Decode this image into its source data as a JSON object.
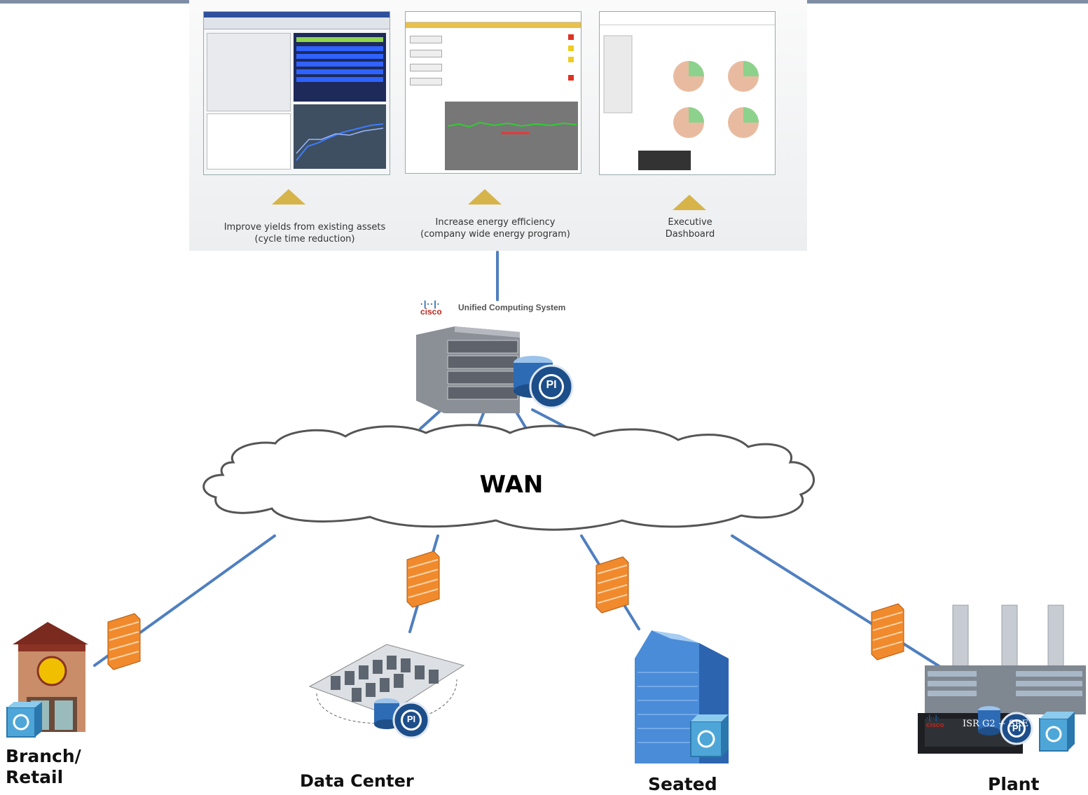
{
  "screenshots": [
    {
      "caption_line1": "Improve yields from existing assets",
      "caption_line2": "(cycle time reduction)"
    },
    {
      "caption_line1": "Increase energy efficiency",
      "caption_line2": "(company wide energy program)"
    },
    {
      "caption_line1": "Executive",
      "caption_line2": "Dashboard"
    }
  ],
  "ucs": {
    "brand": "cisco",
    "title": "Unified Computing System",
    "badge": "PI"
  },
  "cloud": {
    "label": "WAN"
  },
  "sites": [
    {
      "label_line1": "Branch/",
      "label_line2": "Retail"
    },
    {
      "label_line1": "Data Center",
      "label_line2": "",
      "badge": "PI"
    },
    {
      "label_line1": "Seated",
      "label_line2": ""
    },
    {
      "label_line1": "Plant",
      "label_line2": "",
      "device_label": "ISR G2 + SRE",
      "brand": "cisco",
      "badge": "PI"
    }
  ],
  "colors": {
    "link": "#4f7fc0",
    "firewall": "#f08a2c",
    "cloud_stroke": "#555555",
    "accent_triangle": "#d6b44a"
  }
}
